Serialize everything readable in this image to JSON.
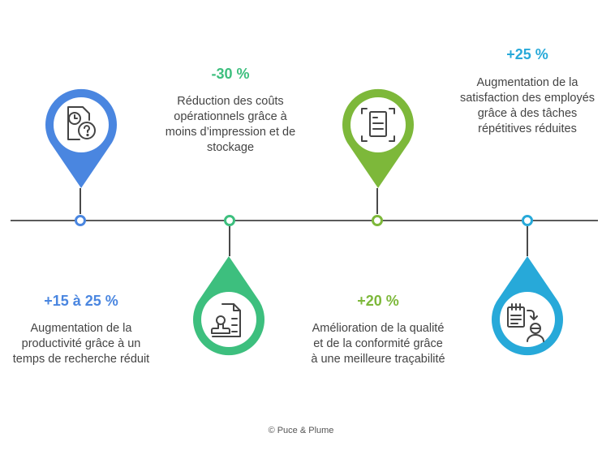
{
  "colors": {
    "blue": "#4a86e0",
    "green": "#3dbf7e",
    "lime": "#7db83a",
    "cyan": "#27a9d9",
    "line": "#5a5a5a",
    "text": "#444444"
  },
  "milestones": [
    {
      "value": "+15 à 25 %",
      "description": "Augmentation de la productivité grâce à un temps de recherche réduit",
      "icon": "document-clock-question-icon",
      "color": "#4a86e0",
      "pin_position": "above"
    },
    {
      "value": "-30 %",
      "description": "Réduction des coûts opérationnels grâce à moins d’impression et de stockage",
      "icon": "document-stamp-icon",
      "color": "#3dbf7e",
      "pin_position": "below"
    },
    {
      "value": "+20 %",
      "description": "Amélioration de la qualité et de la conformité grâce à une meilleure traçabilité",
      "icon": "document-scan-icon",
      "color": "#7db83a",
      "pin_position": "above"
    },
    {
      "value": "+25 %",
      "description": "Augmentation de la satisfaction des employés grâce à des tâches répétitives réduites",
      "icon": "task-to-person-icon",
      "color": "#27a9d9",
      "pin_position": "below"
    }
  ],
  "footer": "© Puce & Plume"
}
